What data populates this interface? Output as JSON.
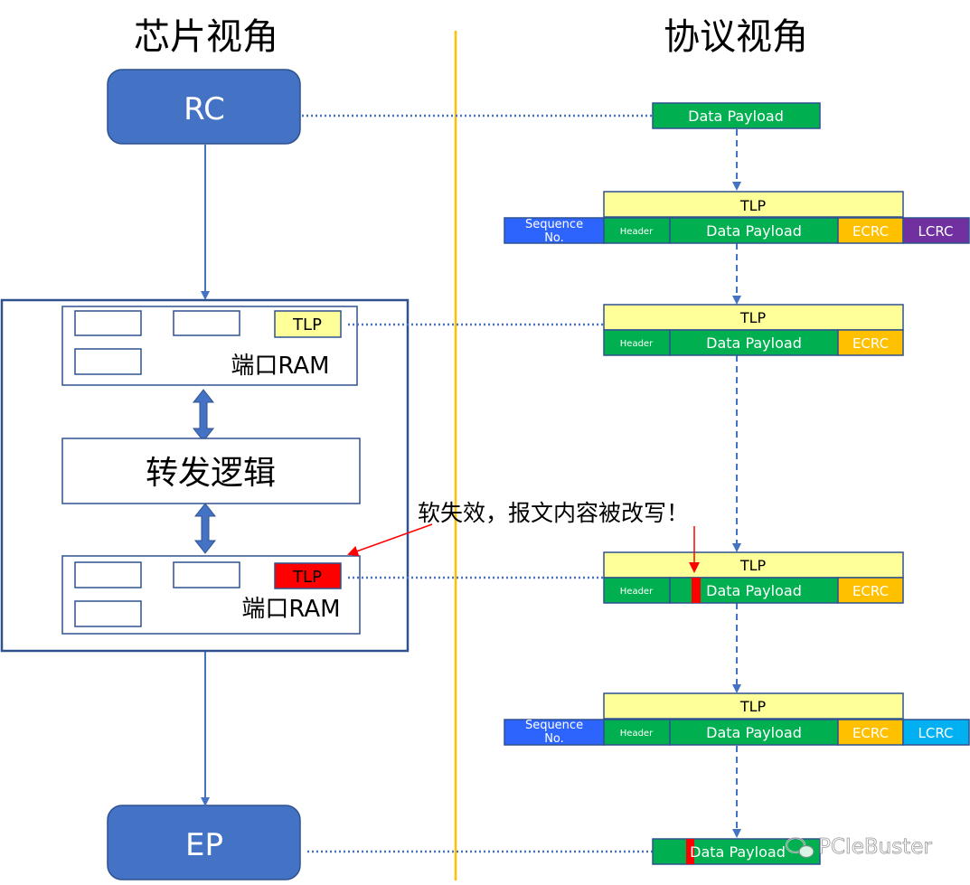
{
  "titles": {
    "left": "芯片视角",
    "right": "协议视角"
  },
  "nodes": {
    "rc": "RC",
    "ep": "EP"
  },
  "chip": {
    "port_ram_label": "端口RAM",
    "forward_logic": "转发逻辑",
    "tlp_tag": "TLP"
  },
  "annotation": "软失效，报文内容被改写！",
  "packet": {
    "tlp": "TLP",
    "data_payload": "Data Payload",
    "header": "Header",
    "ecrc": "ECRC",
    "lcrc": "LCRC",
    "sequence_line1": "Sequence",
    "sequence_line2": "No."
  },
  "watermark": "PCIeBuster",
  "colors": {
    "node_blue": "#4472c4",
    "green": "#00b050",
    "tlp_yellow": "#ffff99",
    "ecrc_orange": "#ffc000",
    "lcrc_purple": "#7030a0",
    "lcrc_cyan": "#00b0f0",
    "seq_blue": "#2e64fe",
    "divider_orange": "#ffc000",
    "error_red": "#ff0000"
  }
}
